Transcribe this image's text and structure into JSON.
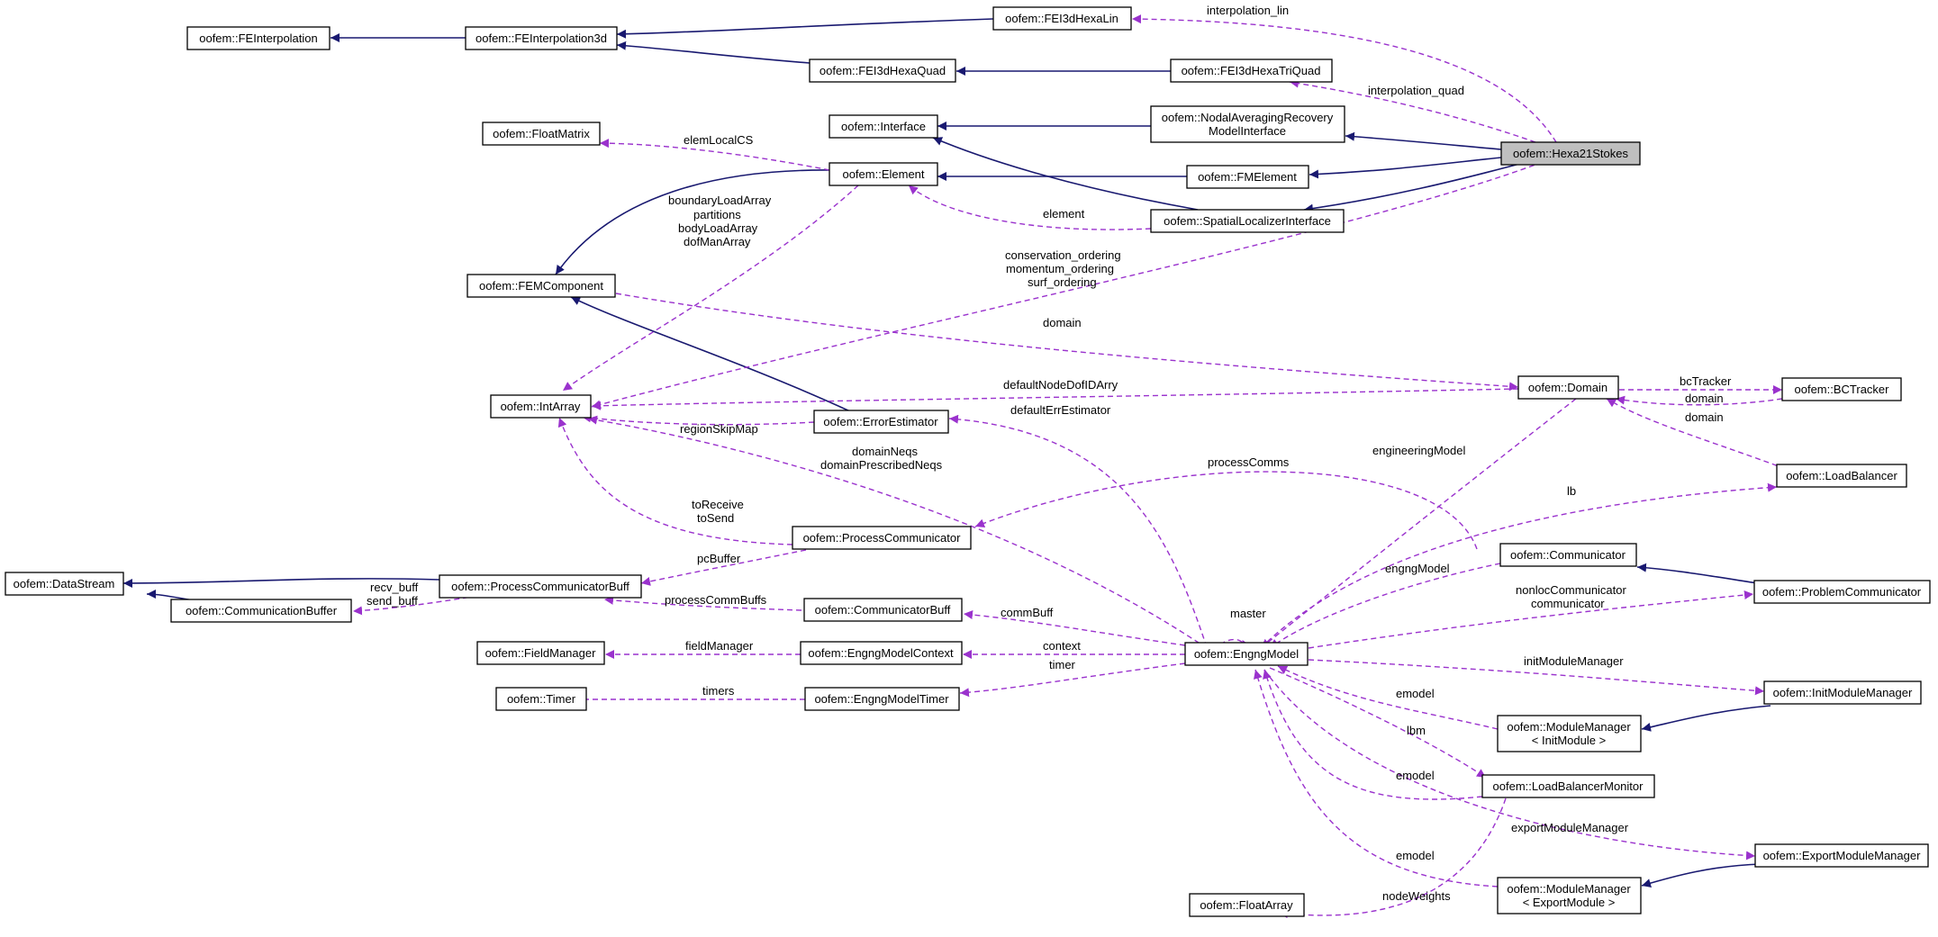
{
  "nodes": {
    "feinterpolation": "oofem::FEInterpolation",
    "feinterpolation3d": "oofem::FEInterpolation3d",
    "fei3dhexalin": "oofem::FEI3dHexaLin",
    "fei3dhexaquad": "oofem::FEI3dHexaQuad",
    "fei3dhexatriquad": "oofem::FEI3dHexaTriQuad",
    "floatmatrix": "oofem::FloatMatrix",
    "interface": "oofem::Interface",
    "nodalavg_line1": "oofem::NodalAveragingRecovery",
    "nodalavg_line2": "ModelInterface",
    "hexa21stokes": "oofem::Hexa21Stokes",
    "element": "oofem::Element",
    "fmelement": "oofem::FMElement",
    "spatiallocalizer": "oofem::SpatialLocalizerInterface",
    "femcomponent": "oofem::FEMComponent",
    "intarray": "oofem::IntArray",
    "domain": "oofem::Domain",
    "bctracker": "oofem::BCTracker",
    "errorestimator": "oofem::ErrorEstimator",
    "loadbalancer": "oofem::LoadBalancer",
    "processcommunicator": "oofem::ProcessCommunicator",
    "communicator": "oofem::Communicator",
    "problemcommunicator": "oofem::ProblemCommunicator",
    "datastream": "oofem::DataStream",
    "processcommunicatorbuff": "oofem::ProcessCommunicatorBuff",
    "communicationbuffer": "oofem::CommunicationBuffer",
    "communicatorbuff": "oofem::CommunicatorBuff",
    "engngmodel": "oofem::EngngModel",
    "fieldmanager": "oofem::FieldManager",
    "engngmodelcontext": "oofem::EngngModelContext",
    "timer": "oofem::Timer",
    "engngmodeltimer": "oofem::EngngModelTimer",
    "initmodulemanager": "oofem::InitModuleManager",
    "mm_init_line1": "oofem::ModuleManager",
    "mm_init_line2": "< InitModule >",
    "loadbalancermonitor": "oofem::LoadBalancerMonitor",
    "exportmodulemanager": "oofem::ExportModuleManager",
    "floatarray": "oofem::FloatArray",
    "mm_export_line1": "oofem::ModuleManager",
    "mm_export_line2": "< ExportModule >"
  },
  "edge_labels": {
    "interpolation_lin": "interpolation_lin",
    "interpolation_quad": "interpolation_quad",
    "elemLocalCS": "elemLocalCS",
    "boundaryLoadArray": "boundaryLoadArray",
    "partitions": "partitions",
    "bodyLoadArray": "bodyLoadArray",
    "dofManArray": "dofManArray",
    "element": "element",
    "conservation_ordering": "conservation_ordering",
    "momentum_ordering": "momentum_ordering",
    "surf_ordering": "surf_ordering",
    "domain": "domain",
    "defaultNodeDofIDArry": "defaultNodeDofIDArry",
    "bcTracker": "bcTracker",
    "domain_bc": "domain",
    "domain_lb": "domain",
    "defaultErrEstimator": "defaultErrEstimator",
    "regionSkipMap": "regionSkipMap",
    "engineeringModel": "engineeringModel",
    "domainNeqs": "domainNeqs",
    "domainPrescribedNeqs": "domainPrescribedNeqs",
    "processComms": "processComms",
    "lb": "lb",
    "toReceive": "toReceive",
    "toSend": "toSend",
    "pcBuffer": "pcBuffer",
    "engngModel": "engngModel",
    "recv_buff": "recv_buff",
    "send_buff": "send_buff",
    "master": "master",
    "processCommBuffs": "processCommBuffs",
    "commBuff": "commBuff",
    "nonlocCommunicator": "nonlocCommunicator",
    "communicator": "communicator",
    "fieldManager": "fieldManager",
    "context": "context",
    "timers": "timers",
    "timer": "timer",
    "initModuleManager": "initModuleManager",
    "emodel_1": "emodel",
    "lbm": "lbm",
    "emodel_2": "emodel",
    "exportModuleManager": "exportModuleManager",
    "emodel_3": "emodel",
    "nodeWeights": "nodeWeights"
  },
  "colors": {
    "inheritance": "#191970",
    "usage": "#9a32cd",
    "focus_fill": "#bfbfbf"
  }
}
